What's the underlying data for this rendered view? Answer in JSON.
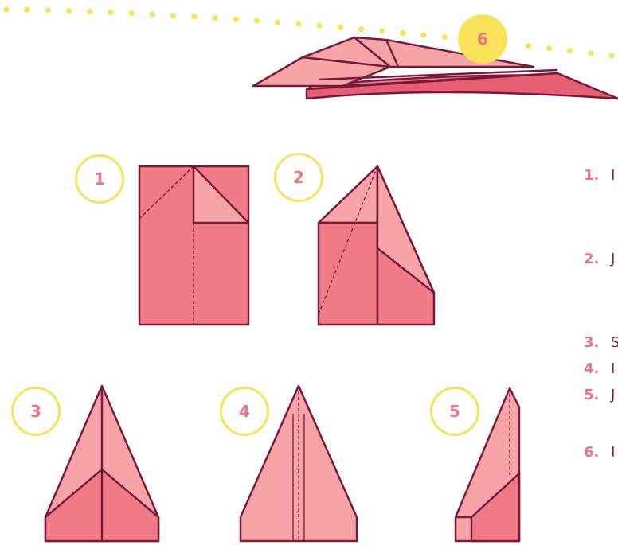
{
  "colors": {
    "dots": "#f7e25a",
    "stroke": "#7a1a3a",
    "paper_front": "#f07b87",
    "paper_back": "#f7a4a8",
    "paper_dark": "#d9566a",
    "badge_text": "#ee7583"
  },
  "steps": [
    {
      "number": "1"
    },
    {
      "number": "2"
    },
    {
      "number": "3"
    },
    {
      "number": "4"
    },
    {
      "number": "5"
    },
    {
      "number": "6"
    }
  ],
  "instructions": [
    {
      "number": "1.",
      "text": "I"
    },
    {
      "number": "2.",
      "text": "J"
    },
    {
      "number": "3.",
      "text": "S"
    },
    {
      "number": "4.",
      "text": "I"
    },
    {
      "number": "5.",
      "text": "J"
    },
    {
      "number": "6.",
      "text": "I"
    }
  ]
}
